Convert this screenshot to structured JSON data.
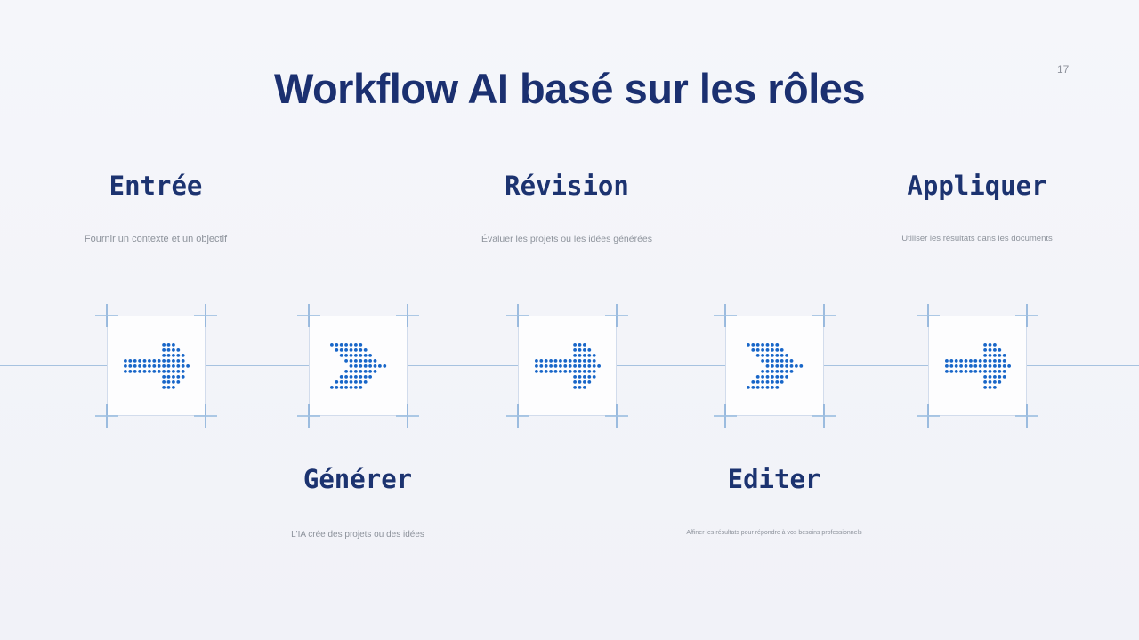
{
  "page": {
    "title": "Workflow AI basé sur les rôles",
    "page_number": "17"
  },
  "colors": {
    "background": "#f2f3f9",
    "title_navy": "#1b3070",
    "heading_navy": "#1c3370",
    "muted_text": "#8d929b",
    "dot_blue": "#1866c8",
    "timeline_blue": "#a6c2e0",
    "handle_blue": "#8db2db",
    "box_border": "#d2dcec",
    "box_background": "#fdfdfe"
  },
  "steps": [
    {
      "label": "Entrée",
      "description": "Fournir un contexte et un objectif",
      "icon": "dotted-arrow-right-icon",
      "label_position": "top"
    },
    {
      "label": "Générer",
      "description": "L'IA crée des projets ou des idées",
      "icon": "dotted-chevron-right-icon",
      "label_position": "bottom"
    },
    {
      "label": "Révision",
      "description": "Évaluer les projets ou les idées générées",
      "icon": "dotted-arrow-right-icon",
      "label_position": "top"
    },
    {
      "label": "Editer",
      "description": "Affiner les résultats pour répondre à vos besoins professionnels",
      "icon": "dotted-chevron-right-icon",
      "label_position": "bottom"
    },
    {
      "label": "Appliquer",
      "description": "Utiliser les résultats dans les documents",
      "icon": "dotted-arrow-right-icon",
      "label_position": "top"
    }
  ]
}
